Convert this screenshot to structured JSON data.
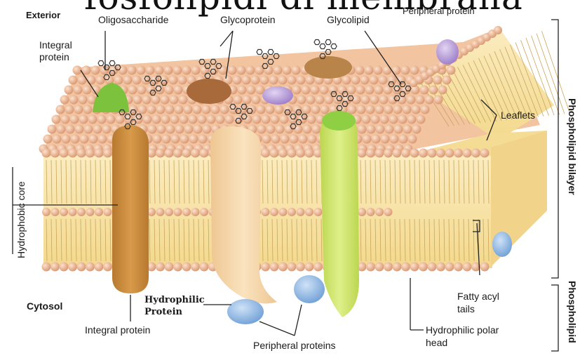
{
  "title": "fosfolipidi di membrana",
  "labels": {
    "exterior": "Exterior",
    "oligosaccharide": "Oligosaccharide",
    "glycoprotein": "Glycoprotein",
    "glycolipid": "Glycolipid",
    "peripheral_top": "Peripheral protein",
    "integral_top_1": "Integral",
    "integral_top_2": "protein",
    "leaflets": "Leaflets",
    "hydrophobic_core": "Hydrophobic core",
    "cytosol": "Cytosol",
    "hydrophilic_1": "Hydrophilic",
    "hydrophilic_2": "Protein",
    "integral_bottom": "Integral protein",
    "peripheral_bottom": "Peripheral proteins",
    "fatty_1": "Fatty acyl",
    "fatty_2": "tails",
    "polar_1": "Hydrophilic polar",
    "polar_2": "head",
    "phospholipid_bilayer": "Phospholipid  bilayer",
    "phospholipid": "Phospholipid"
  },
  "colors": {
    "head": "#f0b890",
    "head_shade": "#c9805a",
    "tail": "#f6df9a",
    "integral_brown": "#c98a3f",
    "integral_pale": "#f4d6a8",
    "integral_green": "#cde36a",
    "peripheral_blue": "#8fb7e3",
    "peripheral_purple": "#b99bd6",
    "green_cap": "#7cc23d",
    "glyco_brown": "#a86a3a"
  }
}
